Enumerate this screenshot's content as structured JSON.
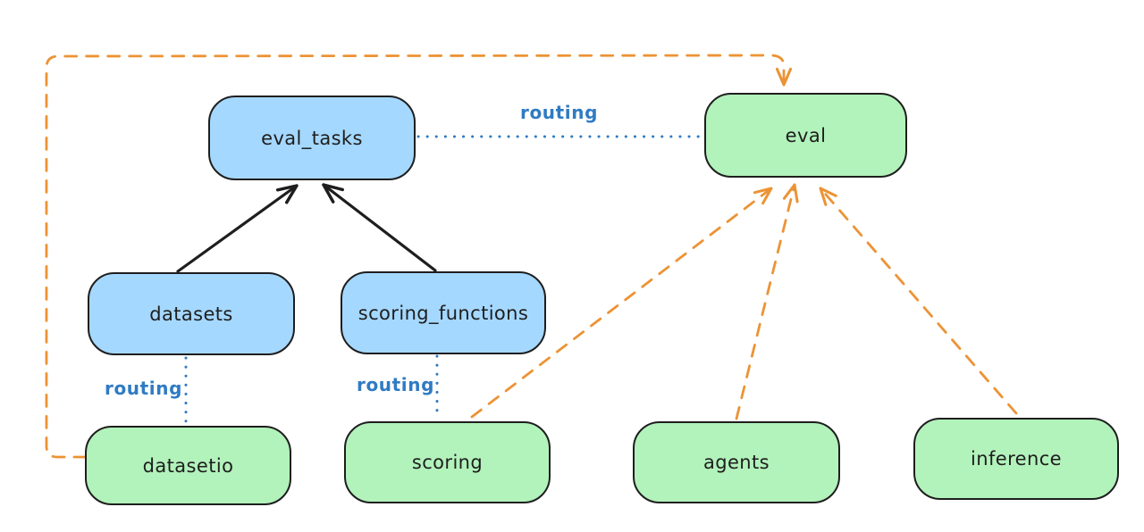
{
  "colors": {
    "background": "#ffffff",
    "node-blue-fill": "#a5d8ff",
    "node-green-fill": "#b2f2bb",
    "stroke": "#1e1e1e",
    "routing-blue": "#2f7bc3",
    "orange": "#ec9335"
  },
  "diagram": {
    "nodes": [
      {
        "id": "eval_tasks",
        "label": "eval_tasks",
        "color": "blue"
      },
      {
        "id": "eval",
        "label": "eval",
        "color": "green"
      },
      {
        "id": "datasets",
        "label": "datasets",
        "color": "blue"
      },
      {
        "id": "scoring_functions",
        "label": "scoring_functions",
        "color": "blue"
      },
      {
        "id": "datasetio",
        "label": "datasetio",
        "color": "green"
      },
      {
        "id": "scoring",
        "label": "scoring",
        "color": "green"
      },
      {
        "id": "agents",
        "label": "agents",
        "color": "green"
      },
      {
        "id": "inference",
        "label": "inference",
        "color": "green"
      }
    ],
    "edges": [
      {
        "from": "datasets",
        "to": "eval_tasks",
        "style": "solid-arrow",
        "color": "black"
      },
      {
        "from": "scoring_functions",
        "to": "eval_tasks",
        "style": "solid-arrow",
        "color": "black"
      },
      {
        "from": "eval_tasks",
        "to": "eval",
        "style": "dotted",
        "color": "blue",
        "label": "routing"
      },
      {
        "from": "datasets",
        "to": "datasetio",
        "style": "dotted",
        "color": "blue",
        "label": "routing"
      },
      {
        "from": "scoring_functions",
        "to": "scoring",
        "style": "dotted",
        "color": "blue",
        "label": "routing"
      },
      {
        "from": "datasetio",
        "to": "eval",
        "style": "dashed-arrow",
        "color": "orange"
      },
      {
        "from": "scoring",
        "to": "eval",
        "style": "dashed-arrow",
        "color": "orange"
      },
      {
        "from": "agents",
        "to": "eval",
        "style": "dashed-arrow",
        "color": "orange"
      },
      {
        "from": "inference",
        "to": "eval",
        "style": "dashed-arrow",
        "color": "orange"
      }
    ]
  }
}
